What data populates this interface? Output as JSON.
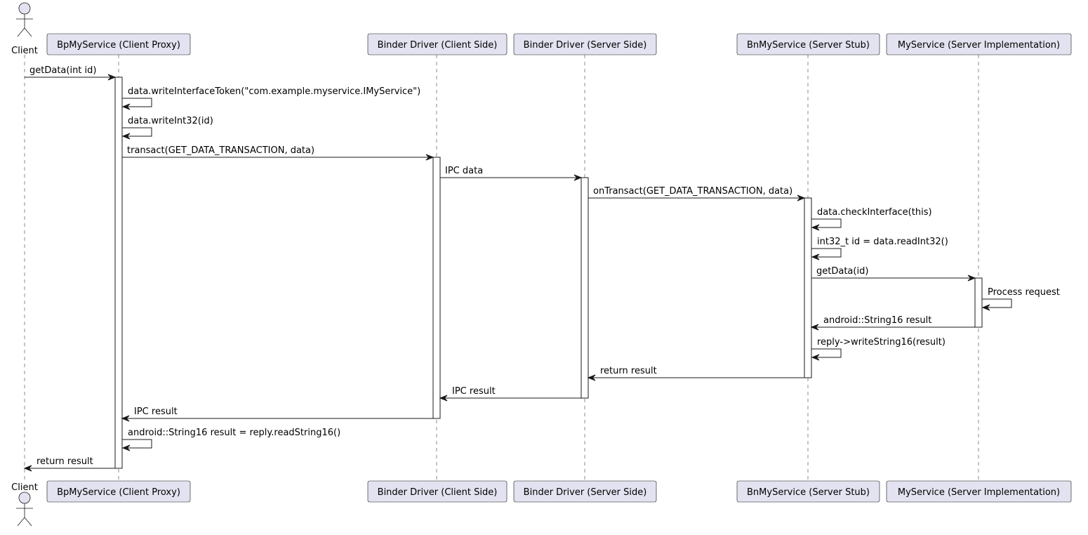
{
  "colors": {
    "participant_fill": "#E2E2F0",
    "line": "#181818",
    "activation_fill": "#FFFFFF"
  },
  "participants": [
    {
      "id": "client",
      "label": "Client",
      "kind": "actor-icon"
    },
    {
      "id": "proxy",
      "label": "BpMyService (Client Proxy)",
      "kind": "participant"
    },
    {
      "id": "drvc",
      "label": "Binder Driver (Client Side)",
      "kind": "participant"
    },
    {
      "id": "drvs",
      "label": "Binder Driver (Server Side)",
      "kind": "participant"
    },
    {
      "id": "stub",
      "label": "BnMyService (Server Stub)",
      "kind": "participant"
    },
    {
      "id": "impl",
      "label": "MyService (Server Implementation)",
      "kind": "participant"
    }
  ],
  "messages": [
    {
      "from": "client",
      "to": "proxy",
      "label": "getData(int id)"
    },
    {
      "from": "proxy",
      "to": "proxy",
      "label": "data.writeInterfaceToken(\"com.example.myservice.IMyService\")"
    },
    {
      "from": "proxy",
      "to": "proxy",
      "label": "data.writeInt32(id)"
    },
    {
      "from": "proxy",
      "to": "drvc",
      "label": "transact(GET_DATA_TRANSACTION, data)"
    },
    {
      "from": "drvc",
      "to": "drvs",
      "label": "IPC data"
    },
    {
      "from": "drvs",
      "to": "stub",
      "label": "onTransact(GET_DATA_TRANSACTION, data)"
    },
    {
      "from": "stub",
      "to": "stub",
      "label": "data.checkInterface(this)"
    },
    {
      "from": "stub",
      "to": "stub",
      "label": "int32_t id = data.readInt32()"
    },
    {
      "from": "stub",
      "to": "impl",
      "label": "getData(id)"
    },
    {
      "from": "impl",
      "to": "impl",
      "label": "Process request"
    },
    {
      "from": "impl",
      "to": "stub",
      "label": "android::String16 result"
    },
    {
      "from": "stub",
      "to": "stub",
      "label": "reply->writeString16(result)"
    },
    {
      "from": "stub",
      "to": "drvs",
      "label": "return result"
    },
    {
      "from": "drvs",
      "to": "drvc",
      "label": "IPC result"
    },
    {
      "from": "drvc",
      "to": "proxy",
      "label": "IPC result"
    },
    {
      "from": "proxy",
      "to": "proxy",
      "label": "android::String16 result = reply.readString16()"
    },
    {
      "from": "proxy",
      "to": "client",
      "label": "return result"
    }
  ]
}
